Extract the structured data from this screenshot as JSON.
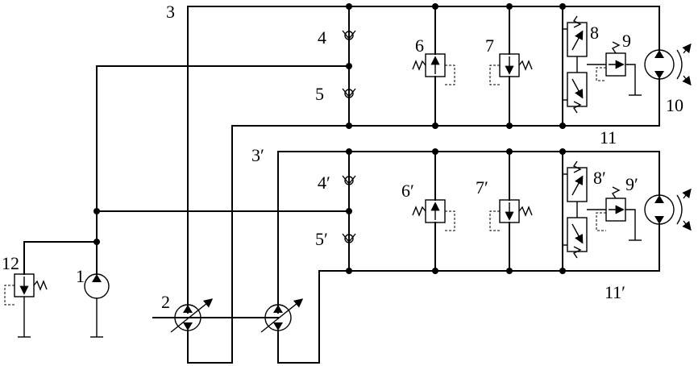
{
  "labels": {
    "l1": "1",
    "l2": "2",
    "l3": "3",
    "l3p": "3′",
    "l4": "4",
    "l4p": "4′",
    "l5": "5",
    "l5p": "5′",
    "l6": "6",
    "l6p": "6′",
    "l7": "7",
    "l7p": "7′",
    "l8": "8",
    "l8p": "8′",
    "l9": "9",
    "l9p": "9′",
    "l10": "10",
    "l11": "11",
    "l11p": "11′",
    "l12": "12"
  }
}
